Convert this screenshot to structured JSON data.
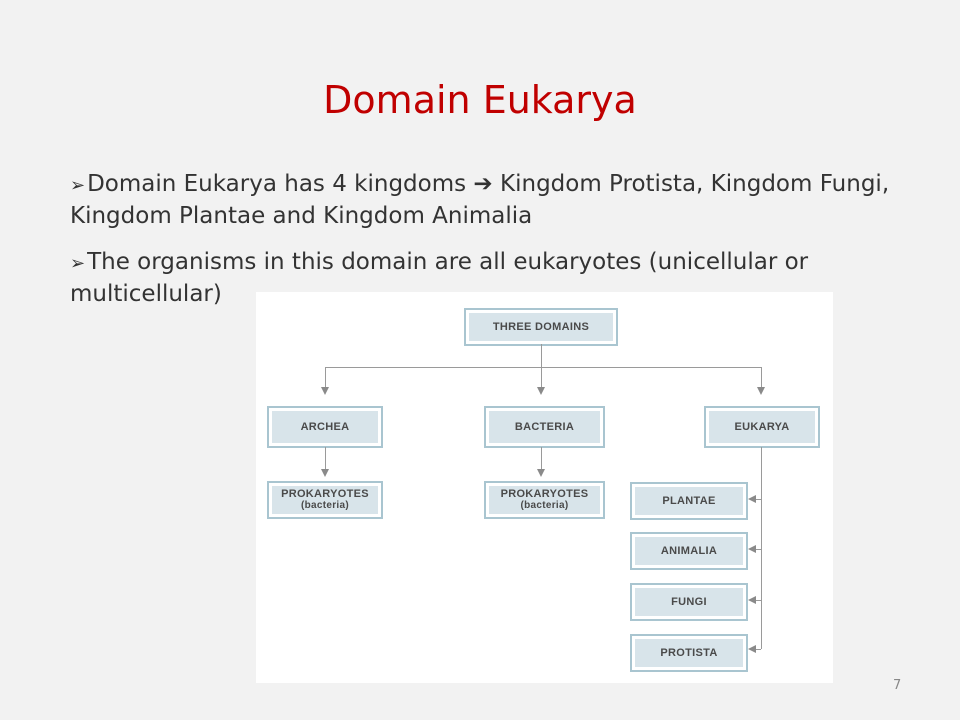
{
  "slide": {
    "title": "Domain Eukarya",
    "bullets": [
      {
        "pre": "Domain Eukarya has 4 kingdoms ",
        "arrow": "➔",
        "post": " Kingdom Protista, Kingdom Fungi, Kingdom Plantae and Kingdom Animalia"
      },
      {
        "text": "The organisms in this domain are all eukaryotes (unicellular or multicellular)"
      }
    ],
    "page_number": "7"
  },
  "diagram": {
    "root": "THREE DOMAINS",
    "domains": [
      "ARCHEA",
      "BACTERIA",
      "EUKARYA"
    ],
    "archea_child": {
      "line1": "PROKARYOTES",
      "line2": "(bacteria)"
    },
    "bacteria_child": {
      "line1": "PROKARYOTES",
      "line2": "(bacteria)"
    },
    "eukarya_kingdoms": [
      "PLANTAE",
      "ANIMALIA",
      "FUNGI",
      "PROTISTA"
    ]
  },
  "colors": {
    "title": "#c00000",
    "box_fill": "#d8e4ea",
    "box_border": "#a9c5d0"
  }
}
